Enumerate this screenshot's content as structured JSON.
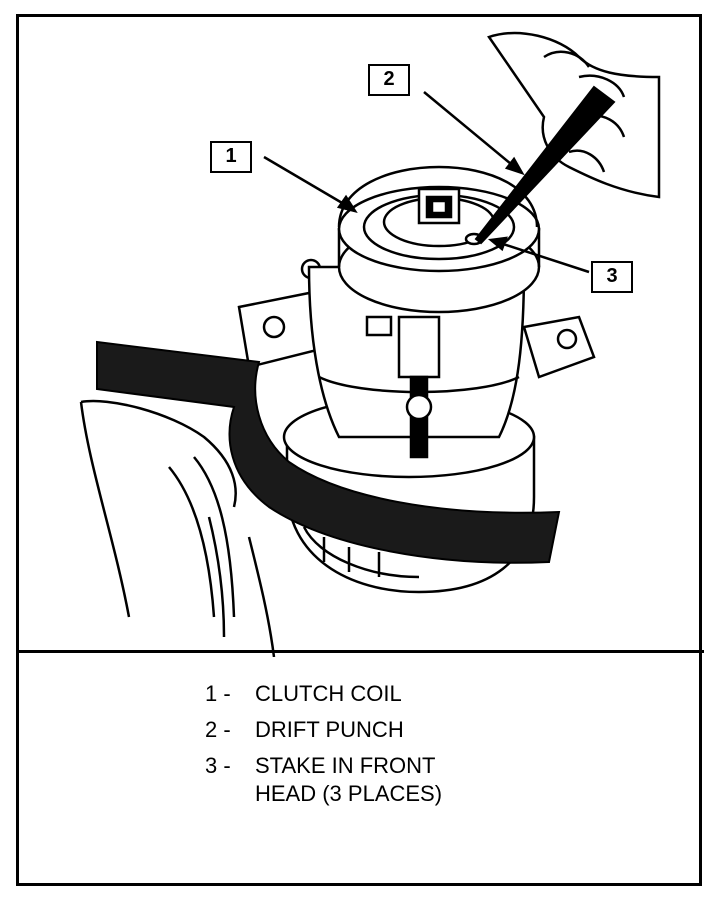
{
  "callouts": [
    {
      "number": "1"
    },
    {
      "number": "2"
    },
    {
      "number": "3"
    }
  ],
  "legend": [
    {
      "marker": "1 -",
      "text": "CLUTCH COIL"
    },
    {
      "marker": "2 -",
      "text": "DRIFT PUNCH"
    },
    {
      "marker": "3 -",
      "text": "STAKE IN FRONT\nHEAD (3 PLACES)"
    }
  ],
  "icons": [
    "compressor-illustration",
    "drift-punch-tool",
    "hand",
    "support-strap"
  ]
}
